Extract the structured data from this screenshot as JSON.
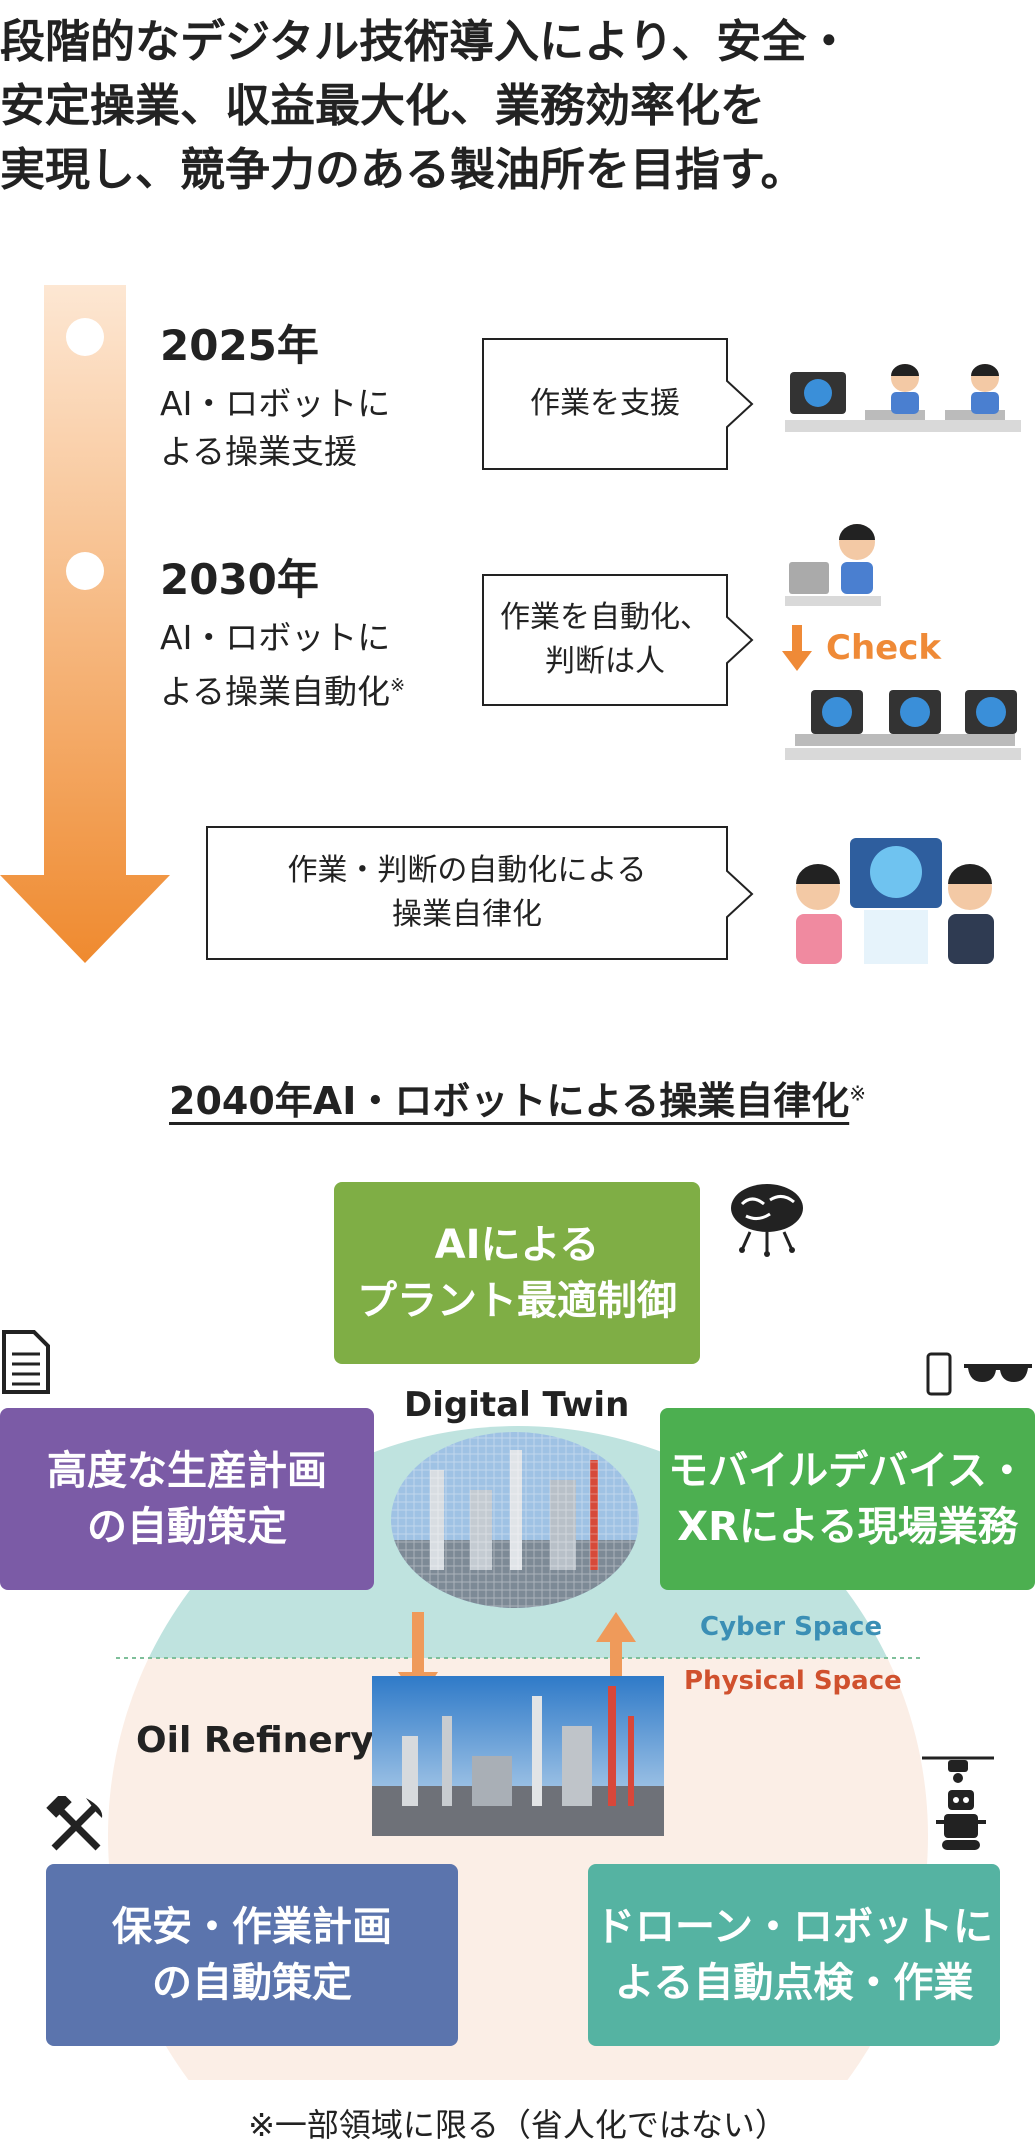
{
  "headline": {
    "line1": "段階的なデジタル技術導入により、安全・",
    "line2": "安定操業、収益最大化、業務効率化を",
    "line3": "実現し、競争力のある製油所を目指す。"
  },
  "timeline": {
    "stage1": {
      "year": "2025年",
      "desc1": "AI・ロボットに",
      "desc2": "よる操業支援",
      "callout": "作業を支援"
    },
    "stage2": {
      "year": "2030年",
      "desc1": "AI・ロボットに",
      "desc2": "よる操業自動化",
      "mark": "※",
      "callout1": "作業を自動化、",
      "callout2": "判断は人",
      "check": "Check"
    },
    "stage3": {
      "callout1": "作業・判断の自動化による",
      "callout2": "操業自律化"
    }
  },
  "section2040": {
    "title": "2040年AI・ロボットによる操業自律化",
    "mark": "※",
    "digital_twin": "Digital Twin",
    "cyber_space": "Cyber Space",
    "physical_space": "Physical Space",
    "oil_refinery": "Oil Refinery",
    "boxes": {
      "ai_plant": {
        "line1": "AIによる",
        "line2": "プラント最適制御",
        "color": "#7fae45"
      },
      "production": {
        "line1": "高度な生産計画",
        "line2": "の自動策定",
        "color": "#7b5ba6"
      },
      "mobile_xr": {
        "line1": "モバイルデバイス・",
        "line2": "XRによる現場業務",
        "color": "#4caf50"
      },
      "safety": {
        "line1": "保安・作業計画",
        "line2": "の自動策定",
        "color": "#5b74ad"
      },
      "drone": {
        "line1": "ドローン・ロボットに",
        "line2": "よる自動点検・作業",
        "color": "#55b3a2"
      }
    }
  },
  "footnote": "※一部領域に限る（省人化ではない）",
  "colors": {
    "arrow_top": "#fde7d3",
    "arrow_bottom": "#ef8a2f",
    "cyber": "#bfe3df",
    "physical": "#fbeee6"
  }
}
